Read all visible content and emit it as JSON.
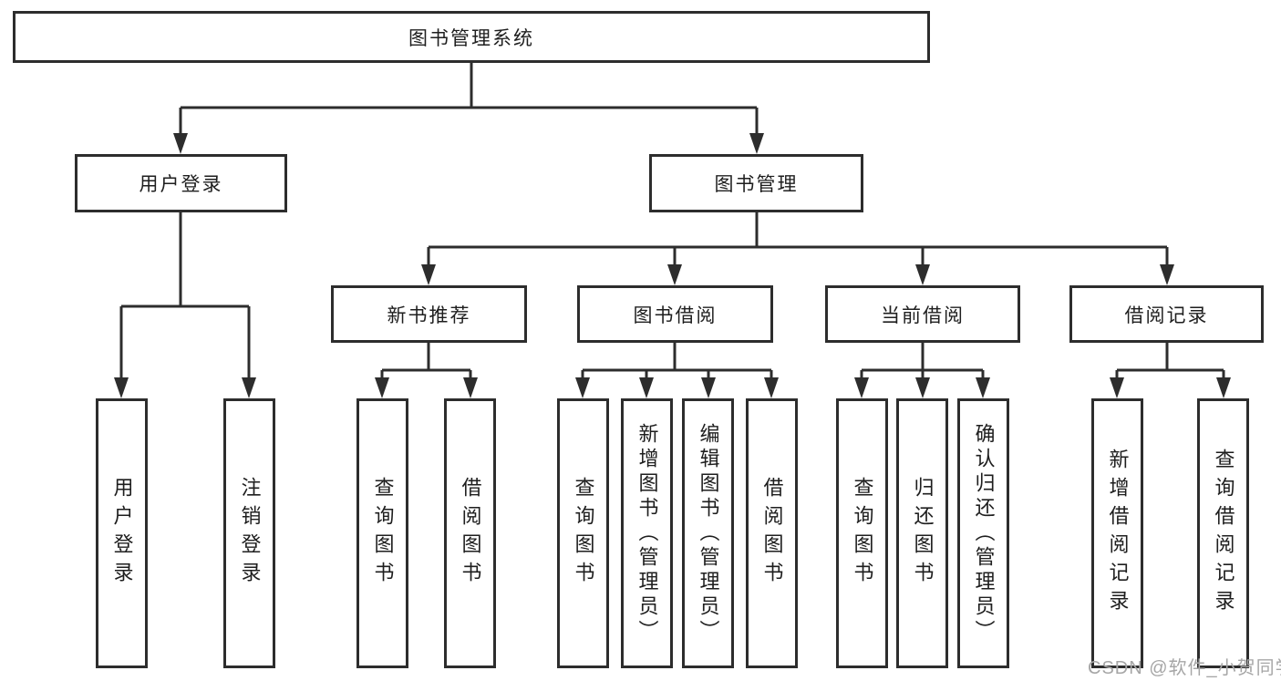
{
  "diagram": {
    "title": "图书管理系统",
    "root": {
      "label": "图书管理系统"
    },
    "level2": [
      {
        "label": "用户登录"
      },
      {
        "label": "图书管理"
      }
    ],
    "level3": [
      {
        "label": "新书推荐"
      },
      {
        "label": "图书借阅"
      },
      {
        "label": "当前借阅"
      },
      {
        "label": "借阅记录"
      }
    ],
    "leaves": {
      "user_login": [
        "用户登录",
        "注销登录"
      ],
      "new_book": [
        "查询图书",
        "借阅图书"
      ],
      "book_borrow": [
        "查询图书",
        "新增图书（管理员）",
        "编辑图书（管理员）",
        "借阅图书"
      ],
      "current_borrow": [
        "查询图书",
        "归还图书",
        "确认归还（管理员）"
      ],
      "borrow_record": [
        "新增借阅记录",
        "查询借阅记录"
      ]
    },
    "colors": {
      "line": "#2d2d2d",
      "box_border": "#2d2d2d",
      "text": "#1e1e1e",
      "background": "#ffffff",
      "watermark": "#a6a6a6"
    }
  },
  "watermark": {
    "text": "CSDN @软件_小贺同学"
  }
}
